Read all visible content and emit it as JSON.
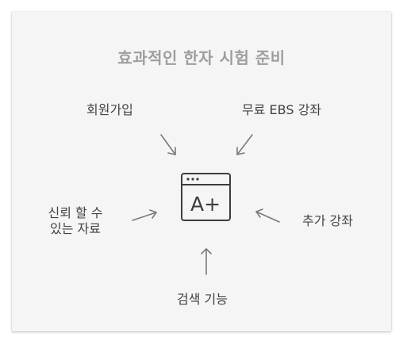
{
  "diagram": {
    "title": "효과적인 한자 시험 준비",
    "center_icon": "grade-a-plus-window-icon",
    "center_text": "A+",
    "nodes": {
      "top_left": "회원가입",
      "top_right": "무료 EBS 강좌",
      "left_line1": "신뢰 할 수",
      "left_line2": "있는 자료",
      "right": "추가 강좌",
      "bottom": "검색 기능"
    },
    "colors": {
      "card_bg": "#f5f5f5",
      "title": "#9e9e9e",
      "text": "#424242",
      "arrow": "#7a7a7a",
      "icon": "#3d3d3d"
    }
  }
}
